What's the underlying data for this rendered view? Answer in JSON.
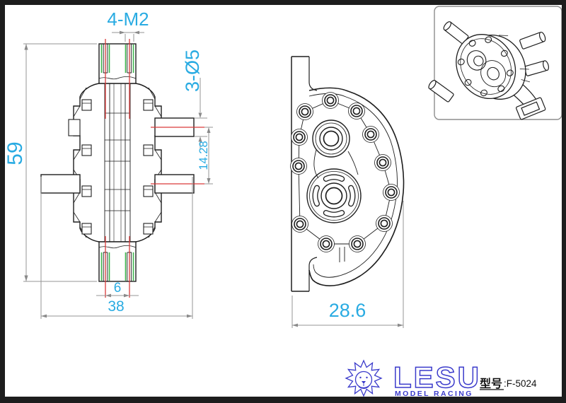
{
  "colors": {
    "dimension_text": "#29abe2",
    "centerline_red": "#d93a3a",
    "thread_green": "#3cb54c",
    "outline_black": "#1e1e1e",
    "dimension_line_gray": "#949494",
    "logo_blue": "#3b3bcb",
    "frame_border": "#1d1d1d"
  },
  "front_view": {
    "dim_top_holes": "4-M2",
    "dim_overall_height": "59",
    "dim_shaft_diameter": "3-Ø5",
    "dim_shaft_spacing": "14.28",
    "dim_hole_spacing": "6",
    "dim_overall_width": "38"
  },
  "side_view": {
    "dim_overall_depth": "28.6"
  },
  "title_block": {
    "brand": "LESU",
    "brand_subtitle": "MODEL RACING",
    "model_label": "型号",
    "model_value": ":F-5024"
  }
}
